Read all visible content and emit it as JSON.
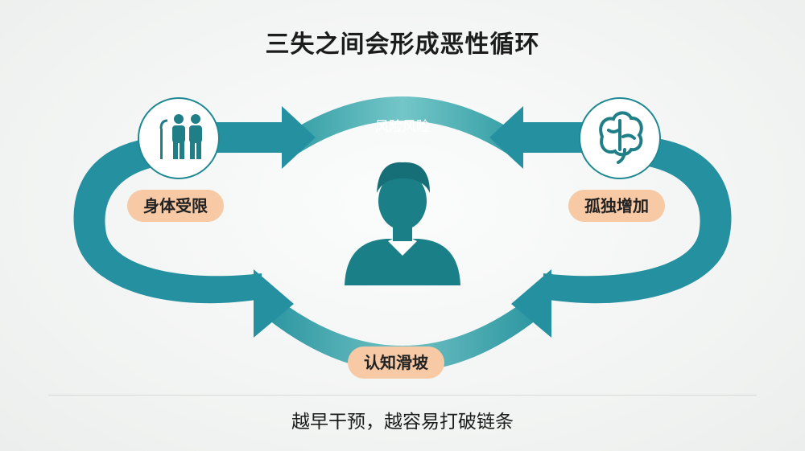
{
  "title": "三失之间会形成恶性循环",
  "top_arc_label": "风险风险",
  "nodes": {
    "physical": {
      "label": "身体受限",
      "icon": "elderly-people-icon"
    },
    "isolation": {
      "label": "孤独增加",
      "icon": "brain-icon"
    },
    "cognitive": {
      "label": "认知滑坡"
    },
    "center": {
      "icon": "person-icon"
    }
  },
  "footer": "越早干预，越容易打破链条",
  "colors": {
    "teal_dark": "#1f8891",
    "teal_light": "#6ec2c5",
    "pill": "#f7c9a4",
    "person": "#1a7f87"
  }
}
